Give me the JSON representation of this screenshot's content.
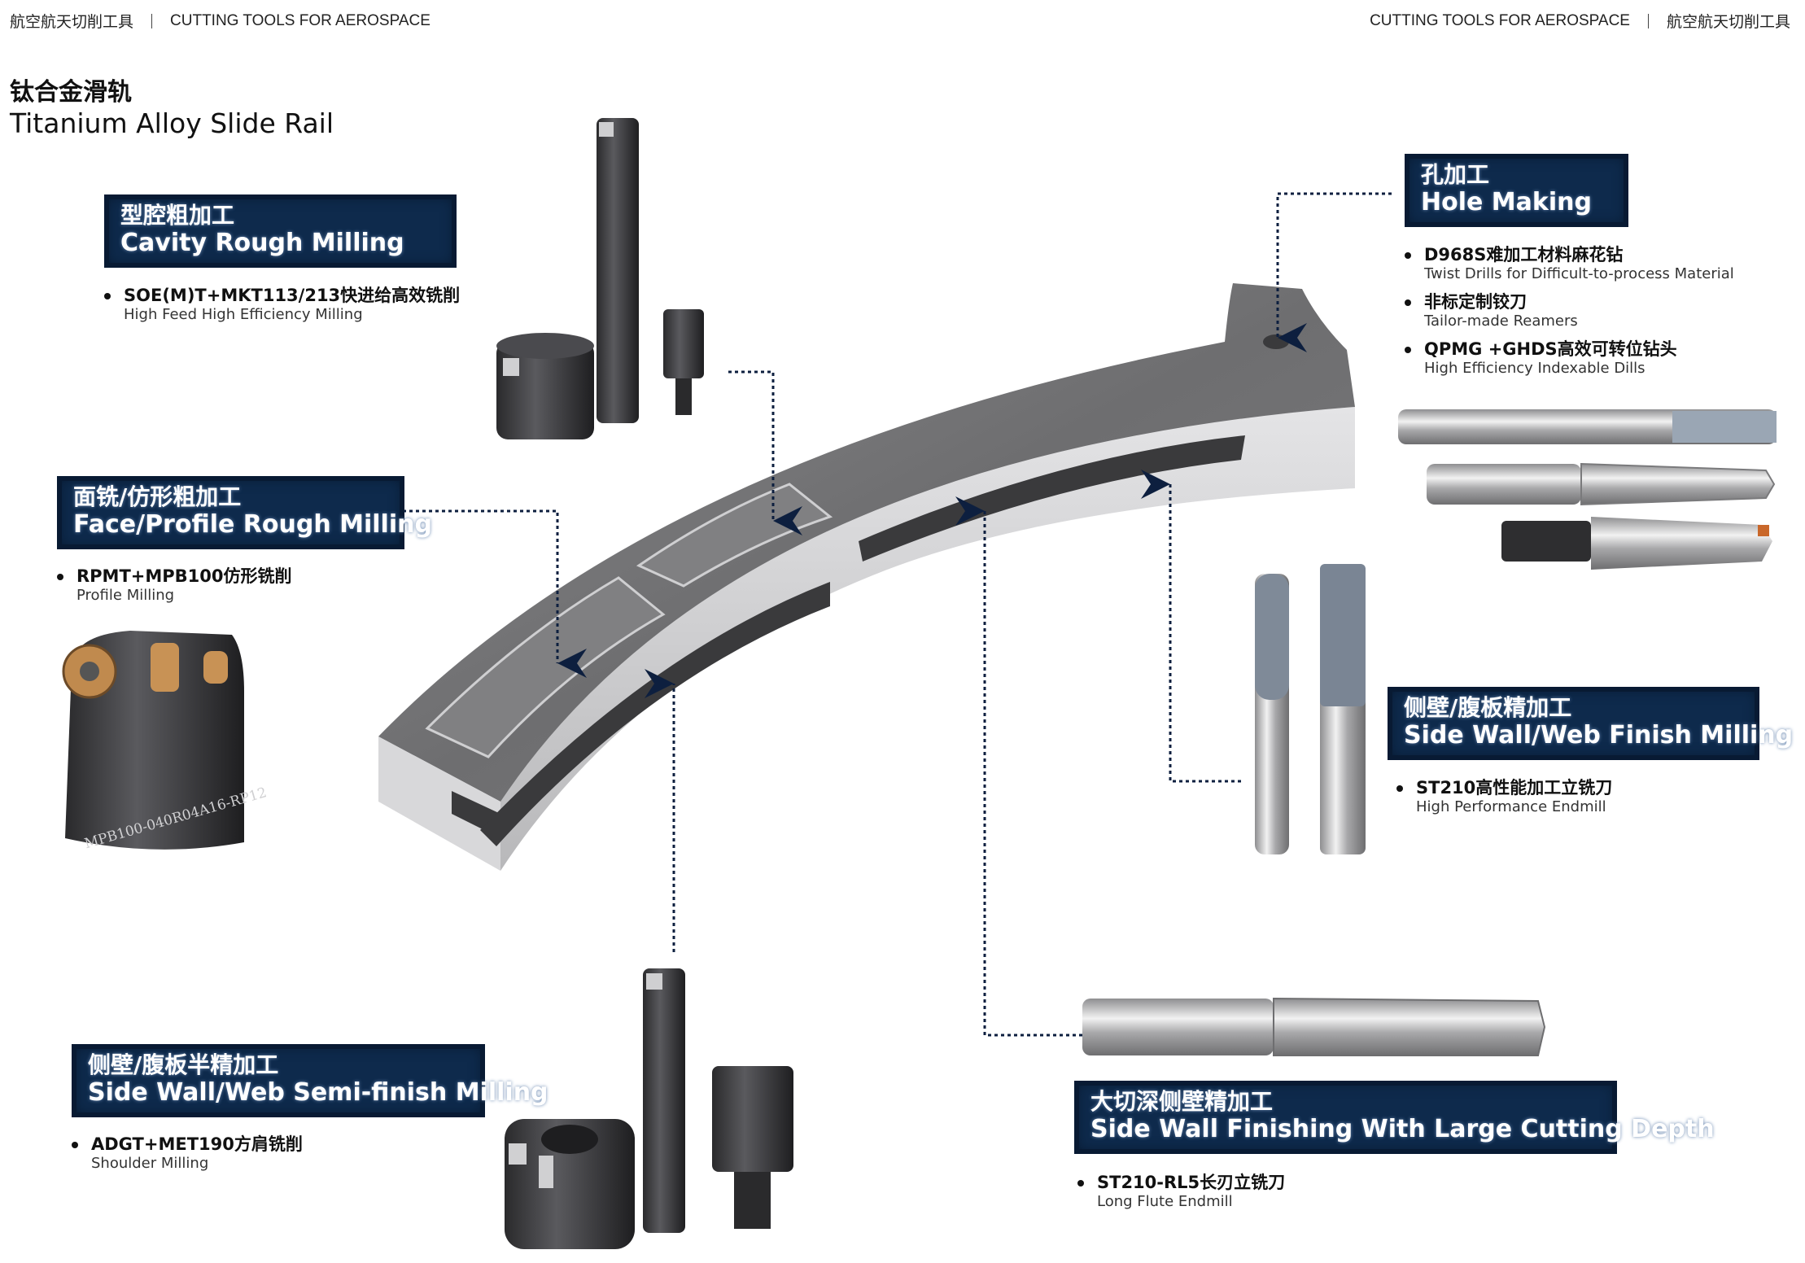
{
  "header": {
    "left_zh": "航空航天切削工具",
    "left_en": "CUTTING TOOLS FOR AEROSPACE",
    "right_en": "CUTTING TOOLS FOR AEROSPACE",
    "right_zh": "航空航天切削工具"
  },
  "title": {
    "zh": "钛合金滑轨",
    "en": "Titanium Alloy Slide Rail"
  },
  "sections": {
    "cavity": {
      "zh": "型腔粗加工",
      "en": "Cavity Rough Milling",
      "items": [
        {
          "zh": "SOE(M)T+MKT113/213快进给高效铣削",
          "en": "High Feed High Efficiency Milling"
        }
      ]
    },
    "face": {
      "zh": "面铣/仿形粗加工",
      "en": "Face/Profile Rough Milling",
      "items": [
        {
          "zh": "RPMT+MPB100仿形铣削",
          "en": "Profile Milling"
        }
      ],
      "tool_engraving": "MPB100-040R04A16-RP12"
    },
    "semi": {
      "zh": "侧壁/腹板半精加工",
      "en": "Side Wall/Web Semi-finish Milling",
      "items": [
        {
          "zh": "ADGT+MET190方肩铣削",
          "en": "Shoulder Milling"
        }
      ]
    },
    "hole": {
      "zh": "孔加工",
      "en": "Hole Making",
      "items": [
        {
          "zh": "D968S难加工材料麻花钻",
          "en": "Twist Drills for Difficult-to-process Material"
        },
        {
          "zh": "非标定制铰刀",
          "en": "Tailor-made Reamers"
        },
        {
          "zh": "QPMG +GHDS高效可转位钻头",
          "en": "High Efficiency  Indexable Dills"
        }
      ]
    },
    "finish": {
      "zh": "侧壁/腹板精加工",
      "en": "Side Wall/Web Finish Milling",
      "items": [
        {
          "zh": "ST210高性能加工立铣刀",
          "en": "High Performance Endmill"
        }
      ]
    },
    "deep": {
      "zh": "大切深侧壁精加工",
      "en": "Side Wall Finishing With Large Cutting Depth",
      "items": [
        {
          "zh": "ST210-RL5长刃立铣刀",
          "en": "Long Flute Endmill"
        }
      ]
    }
  },
  "colors": {
    "label_bg": "#0e2a4c",
    "connector": "#0d1f3f",
    "rail_top": "#7a7a7c",
    "rail_side": "#c9c9cb"
  }
}
